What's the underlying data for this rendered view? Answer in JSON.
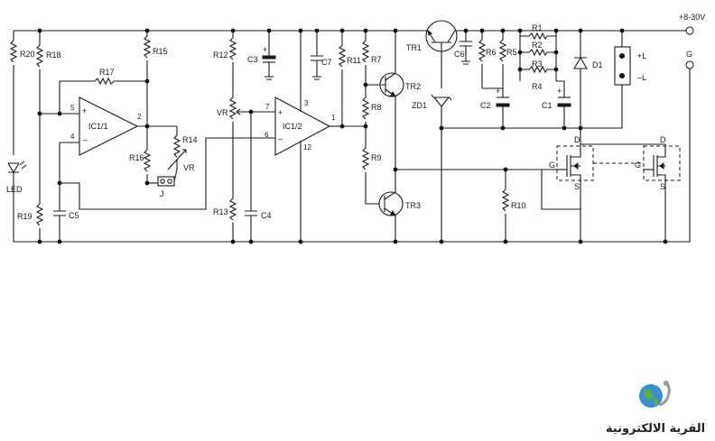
{
  "supply": {
    "vplus": "+8-30V",
    "ground": "G"
  },
  "labels": {
    "R20": "R20",
    "R18": "R18",
    "R17": "R17",
    "R15": "R15",
    "R16": "R16",
    "R14": "R14",
    "VR1": "VR",
    "J": "J",
    "R19": "R19",
    "C5": "C5",
    "LED": "LED",
    "R12": "R12",
    "VR2": "VR",
    "R13": "R13",
    "C4": "C4",
    "C3": "C3",
    "C7": "C7",
    "R11": "R11",
    "R7": "R7",
    "R8": "R8",
    "R9": "R9",
    "TR1": "TR1",
    "TR2": "TR2",
    "TR3": "TR3",
    "ZD1": "ZD1",
    "C6": "C6",
    "R6": "R6",
    "R5": "R5",
    "R1": "R1",
    "R2": "R2",
    "R3": "R3",
    "R4": "R4",
    "C2": "C2",
    "C1": "C1",
    "D1": "D1",
    "R10": "R10",
    "Lplus": "+L",
    "Lminus": "–L",
    "IC1a": "IC1/1",
    "IC1b": "IC1/2",
    "pin5": "5",
    "pin4": "4",
    "pin2": "2",
    "pin7": "7",
    "pin6": "6",
    "pin3": "3",
    "pin1": "1",
    "pin12": "12",
    "plus": "+",
    "minus": "–",
    "G1": "G",
    "D1pin": "D",
    "S1": "S",
    "G2": "G",
    "D2pin": "D",
    "S2": "S"
  },
  "watermark": {
    "brand_text": "القرية الالكترونية"
  }
}
